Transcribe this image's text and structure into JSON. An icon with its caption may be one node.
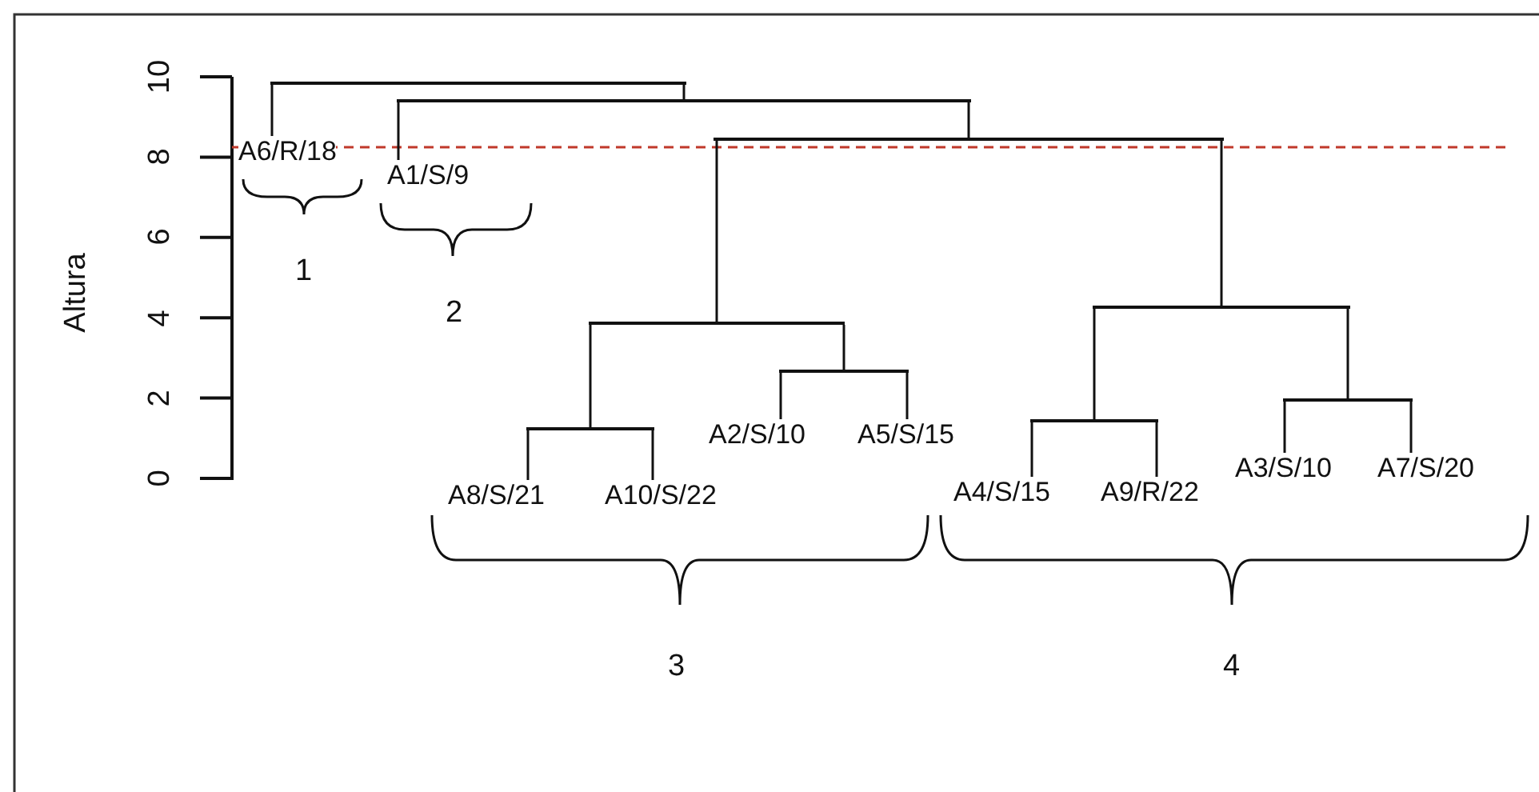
{
  "diagram": {
    "nodes": [
      {
        "text": [],
        "shape": "bar"
      },
      {
        "text": [],
        "shape": "bar"
      },
      {
        "text": [],
        "shape": "bar"
      },
      {
        "text": [
          "A6/R/18"
        ]
      },
      {
        "text": [
          "A1/S/9"
        ]
      },
      {
        "text": [],
        "shape": "bar"
      },
      {
        "text": [],
        "shape": "bar"
      },
      {
        "text": [],
        "shape": "bar"
      },
      {
        "text": [],
        "shape": "bar"
      },
      {
        "text": [],
        "shape": "bar"
      },
      {
        "text": [],
        "shape": "bar"
      },
      {
        "text": [
          "A2/S/10"
        ]
      },
      {
        "text": [
          "A5/S/15"
        ]
      },
      {
        "text": [
          "A3/S/10"
        ]
      },
      {
        "text": [
          "A7/S/20"
        ]
      },
      {
        "text": [
          "A4/S/15"
        ]
      },
      {
        "text": [
          "A9/R/22"
        ]
      },
      {
        "text": [
          "A8/S/21"
        ]
      },
      {
        "text": [
          "A10/S/22"
        ]
      }
    ],
    "edges": [
      {
        "from": 0,
        "to": 3,
        "arrow": "none"
      },
      {
        "from": 0,
        "to": 1,
        "arrow": "none"
      },
      {
        "from": 1,
        "to": 4,
        "arrow": "none"
      },
      {
        "from": 1,
        "to": 2,
        "arrow": "none"
      },
      {
        "from": 2,
        "to": 6,
        "arrow": "none"
      },
      {
        "from": 2,
        "to": 5,
        "arrow": "none"
      },
      {
        "from": 6,
        "to": 10,
        "arrow": "none"
      },
      {
        "from": 6,
        "to": 7,
        "arrow": "none"
      },
      {
        "from": 10,
        "to": 17,
        "arrow": "none"
      },
      {
        "from": 10,
        "to": 18,
        "arrow": "none"
      },
      {
        "from": 7,
        "to": 11,
        "arrow": "none"
      },
      {
        "from": 7,
        "to": 12,
        "arrow": "none"
      },
      {
        "from": 5,
        "to": 9,
        "arrow": "none"
      },
      {
        "from": 5,
        "to": 8,
        "arrow": "none"
      },
      {
        "from": 9,
        "to": 15,
        "arrow": "none"
      },
      {
        "from": 9,
        "to": 16,
        "arrow": "none"
      },
      {
        "from": 8,
        "to": 13,
        "arrow": "none"
      },
      {
        "from": 8,
        "to": 14,
        "arrow": "none"
      }
    ],
    "labels": [
      "10",
      "8",
      "6",
      "4",
      "2",
      "0",
      "Altura",
      "1",
      "2",
      "3",
      "4"
    ]
  }
}
